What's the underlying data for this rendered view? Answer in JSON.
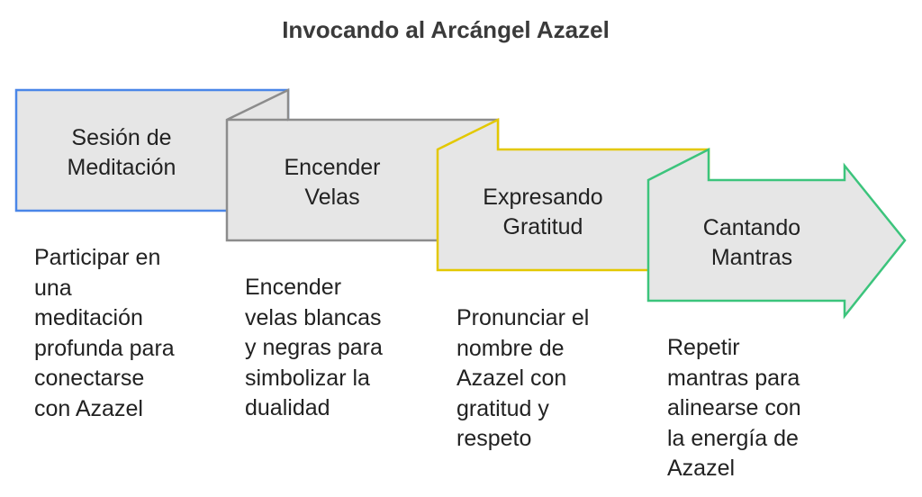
{
  "title": "Invocando al Arcángel Azazel",
  "steps": [
    {
      "label_1": "Sesión de",
      "label_2": "Meditación",
      "description": [
        "Participar en",
        "una",
        "meditación",
        "profunda para",
        "conectarse",
        "con Azazel"
      ],
      "color": "#4a86e8"
    },
    {
      "label_1": "Encender",
      "label_2": "Velas",
      "description": [
        "Encender",
        "velas blancas",
        "y negras para",
        "simbolizar la",
        "dualidad"
      ],
      "color": "#8c8c8c"
    },
    {
      "label_1": "Expresando",
      "label_2": "Gratitud",
      "description": [
        "Pronunciar el",
        "nombre de",
        "Azazel con",
        "gratitud y",
        "respeto"
      ],
      "color": "#e3c800"
    },
    {
      "label_1": "Cantando",
      "label_2": "Mantras",
      "description": [
        "Repetir",
        "mantras para",
        "alinearse con",
        "la energía de",
        "Azazel"
      ],
      "color": "#3cc47c"
    }
  ]
}
